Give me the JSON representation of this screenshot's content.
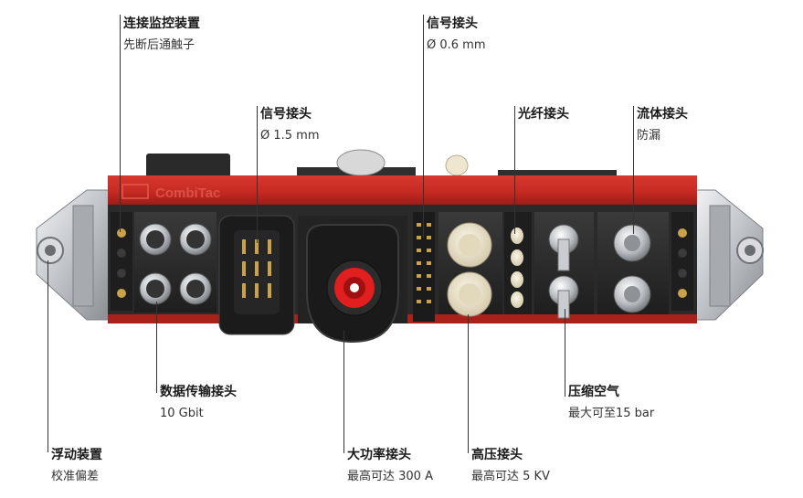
{
  "brand": {
    "text": "CombiTac"
  },
  "callouts": [
    {
      "id": "connection-monitoring",
      "title": "连接监控装置",
      "subtitle": "先断后通触子"
    },
    {
      "id": "signal-0-6",
      "title": "信号接头",
      "subtitle": "Ø 0.6 mm"
    },
    {
      "id": "signal-1-5",
      "title": "信号接头",
      "subtitle": "Ø 1.5 mm"
    },
    {
      "id": "fiber-optic",
      "title": "光纤接头",
      "subtitle": ""
    },
    {
      "id": "fluid",
      "title": "流体接头",
      "subtitle": "防漏"
    },
    {
      "id": "data",
      "title": "数据传输接头",
      "subtitle": "10 Gbit"
    },
    {
      "id": "compressed-air",
      "title": "压缩空气",
      "subtitle": "最大可至15 bar"
    },
    {
      "id": "floating",
      "title": "浮动装置",
      "subtitle": "校准偏差"
    },
    {
      "id": "high-power",
      "title": "大功率接头",
      "subtitle": "最高可达 300 A"
    },
    {
      "id": "high-voltage",
      "title": "高压接头",
      "subtitle": "最高可达 5 KV"
    }
  ],
  "colors": {
    "housing_red": "#c62a22",
    "housing_dark_red": "#8e1a14",
    "insert_dark": "#2b2b2b",
    "metal": "#c9ccd0",
    "ivory": "#efe6cf",
    "power_red": "#e11f1f"
  }
}
